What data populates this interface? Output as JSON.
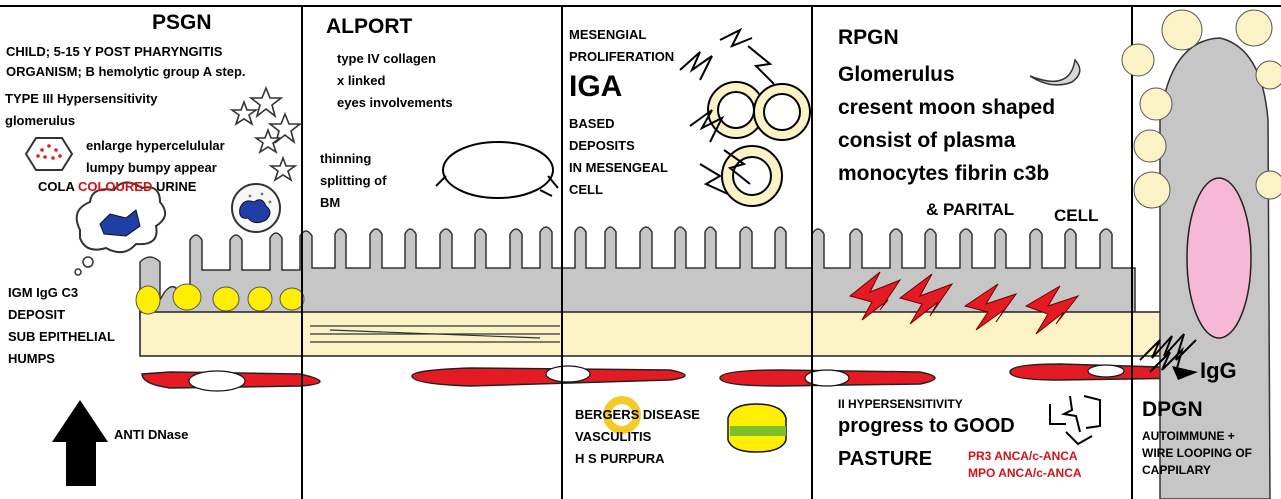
{
  "colors": {
    "red": "#e41b23",
    "cream": "#fbf3c6",
    "gray": "#c6c6c6",
    "yellow": "#ffee00",
    "pink": "#f6b8d4",
    "blue": "#1f3fa8",
    "text_red": "#d0121b"
  },
  "sections": {
    "psgn": {
      "title": "PSGN",
      "lines": [
        "CHILD; 5-15 Y  POST PHARYNGITIS",
        "ORGANISM; B hemolytic group A step."
      ],
      "type": "TYPE III Hypersensitivity",
      "site": "glomerulus",
      "enlarge": [
        "enlarge hypercelulular",
        " lumpy bumpy appear"
      ],
      "cola_a": "COLA ",
      "cola_b": "COLOURED",
      "cola_c": " URINE",
      "deposit": [
        "IGM IgG C3",
        "DEPOSIT",
        "SUB EPITHELIAL",
        "HUMPS"
      ],
      "anti": "ANTI DNase"
    },
    "alport": {
      "title": "ALPORT",
      "lines": [
        "type IV collagen",
        "x linked",
        "eyes involvements"
      ],
      "thin": [
        "thinning",
        "splitting of",
        "BM"
      ]
    },
    "iga": {
      "top": [
        "MESENGIAL",
        "PROLIFERATION"
      ],
      "title": "IGA",
      "lines": [
        "BASED",
        "DEPOSITS",
        "IN MESENGEAL",
        "CELL"
      ],
      "bottom": [
        "BERGERS DISEASE",
        "VASCULITIS",
        "H S PURPURA"
      ]
    },
    "rpgn": {
      "title": "RPGN",
      "lines": [
        "Glomerulus",
        "cresent moon shaped",
        "consist of plasma",
        "monocytes fibrin c3b"
      ],
      "parital_a": "& PARITAL",
      "parital_b": "CELL",
      "hyper": "II HYPERSENSITIVITY",
      "progress": "progress to GOOD",
      "pasture": "PASTURE",
      "anca": [
        "PR3 ANCA/c-ANCA",
        "MPO ANCA/c-ANCA"
      ]
    },
    "dpgn": {
      "igg": "IgG",
      "title": "DPGN",
      "lines": [
        "AUTOIMMUNE +",
        "WIRE LOOPING OF",
        "CAPPILARY"
      ]
    }
  }
}
